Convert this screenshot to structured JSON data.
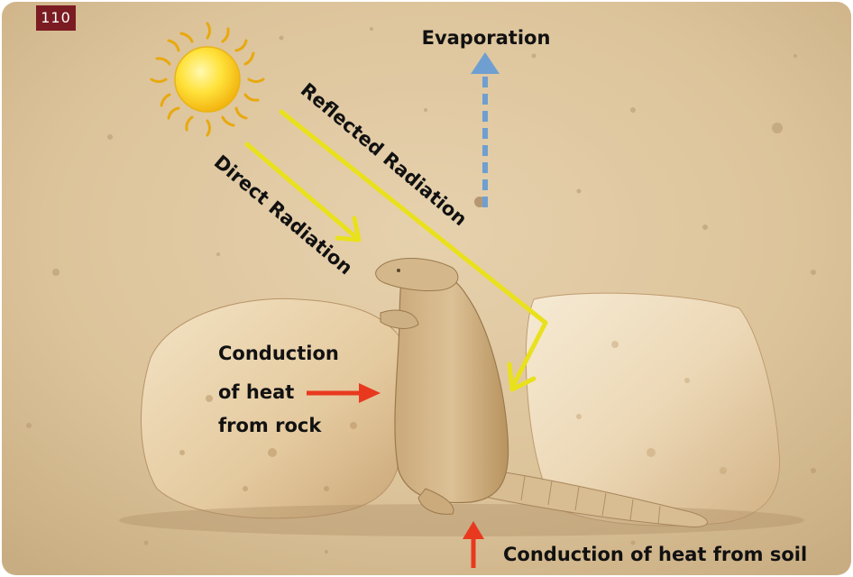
{
  "page_number": "110",
  "labels": {
    "evaporation": "Evaporation",
    "reflected": "Reflected Radiation",
    "direct": "Direct Radiation",
    "rock_line1": "Conduction",
    "rock_line2": "of heat",
    "rock_line3": "from rock",
    "soil": "Conduction of heat from soil"
  },
  "colors": {
    "ground": "#dcc39a",
    "sun": "#f6c61a",
    "radiation_arrow": "#e9e11c",
    "evaporation_arrow": "#6f9fd0",
    "conduction_arrow": "#e8391f",
    "badge": "#7a1c22"
  },
  "icons": {
    "sun": "sun-icon",
    "lizard": "lizard-image"
  }
}
